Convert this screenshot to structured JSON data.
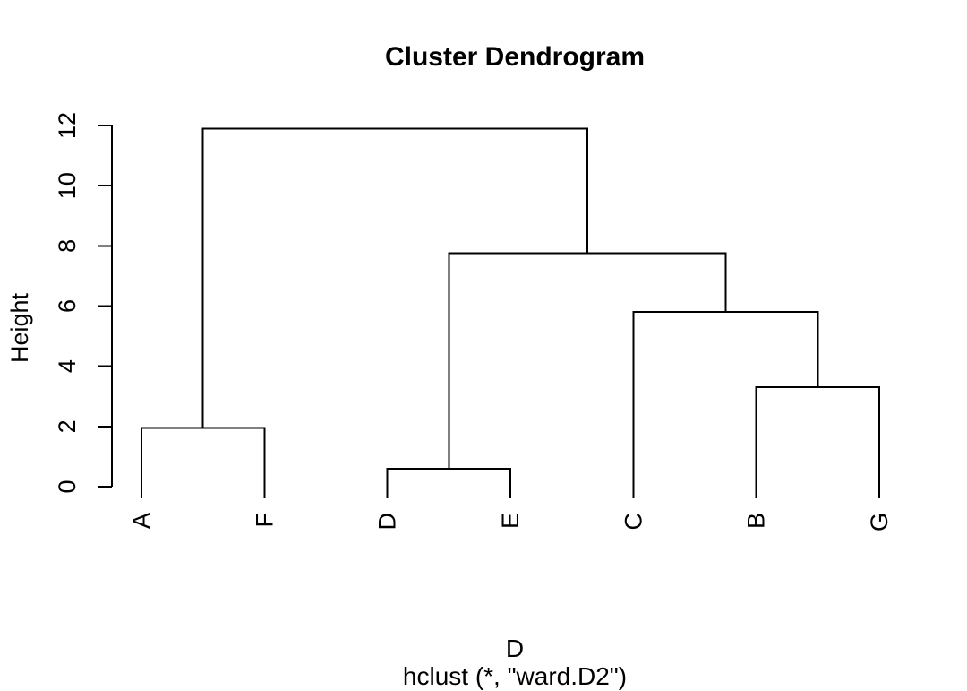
{
  "chart_data": {
    "type": "dendrogram",
    "title": "Cluster Dendrogram",
    "ylabel": "Height",
    "xlabel": "D",
    "sublabel": "hclust (*, \"ward.D2\")",
    "ylim": [
      0,
      12
    ],
    "y_ticks": [
      0,
      2,
      4,
      6,
      8,
      10,
      12
    ],
    "leaf_order": [
      "A",
      "F",
      "D",
      "E",
      "C",
      "B",
      "G"
    ],
    "merges": [
      {
        "members": [
          "D",
          "E"
        ],
        "height": 0.6
      },
      {
        "members": [
          "A",
          "F"
        ],
        "height": 1.95
      },
      {
        "members": [
          "B",
          "G"
        ],
        "height": 3.3
      },
      {
        "members": [
          "C",
          "(B,G)"
        ],
        "height": 5.8
      },
      {
        "members": [
          "(D,E)",
          "(C,(B,G))"
        ],
        "height": 7.75
      },
      {
        "members": [
          "(A,F)",
          "((D,E),(C,(B,G)))"
        ],
        "height": 11.9
      }
    ],
    "tree": {
      "height": 11.9,
      "children": [
        {
          "height": 1.95,
          "children": [
            {
              "leaf": "A"
            },
            {
              "leaf": "F"
            }
          ]
        },
        {
          "height": 7.75,
          "children": [
            {
              "height": 0.6,
              "children": [
                {
                  "leaf": "D"
                },
                {
                  "leaf": "E"
                }
              ]
            },
            {
              "height": 5.8,
              "children": [
                {
                  "leaf": "C"
                },
                {
                  "height": 3.3,
                  "children": [
                    {
                      "leaf": "B"
                    },
                    {
                      "leaf": "G"
                    }
                  ]
                }
              ]
            }
          ]
        }
      ]
    },
    "line_color": "#000000",
    "background_color": "#ffffff",
    "grid": false,
    "legend": false
  }
}
